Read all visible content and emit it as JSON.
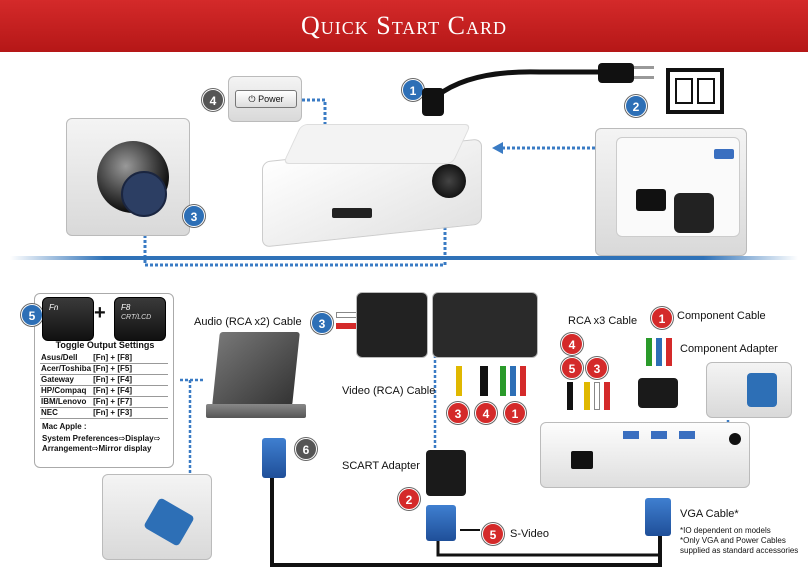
{
  "header": {
    "title": "Quick Start Card"
  },
  "badges": {
    "b1_top": "1",
    "b2_top": "2",
    "b3_top": "3",
    "b4_top": "4",
    "b5_left": "5",
    "b3_audio": "3",
    "b6": "6",
    "b2_scart": "2",
    "b5_svideo": "5",
    "b3_vid": "3",
    "b4_vid": "4",
    "b1_vid": "1",
    "b4_rca": "4",
    "b5_rca": "5",
    "b3_rca": "3",
    "b1_comp": "1"
  },
  "top": {
    "power_button_label": "Power"
  },
  "keys": {
    "fn_label": "Fn",
    "f8_label": "F8",
    "f8_sub": "CRT/LCD",
    "plus": "+"
  },
  "toggle_settings": {
    "title": "Toggle Output Settings",
    "rows": [
      {
        "brand": "Asus/Dell",
        "keys": "[Fn] + [F8]"
      },
      {
        "brand": "Acer/Toshiba",
        "keys": "[Fn] + [F5]"
      },
      {
        "brand": "Gateway",
        "keys": "[Fn] + [F4]"
      },
      {
        "brand": "HP/Compaq",
        "keys": "[Fn] + [F4]"
      },
      {
        "brand": "IBM/Lenovo",
        "keys": "[Fn] + [F7]"
      },
      {
        "brand": "NEC",
        "keys": "[Fn] + [F3]"
      }
    ],
    "mac_title": "Mac Apple :",
    "mac_line1": "System Preferences⇨Display⇨",
    "mac_line2": "Arrangement⇨Mirror display"
  },
  "labels": {
    "audio_cable": "Audio (RCA x2) Cable",
    "video_cable": "Video (RCA) Cable",
    "scart_adapter": "SCART Adapter",
    "svideo": "S-Video",
    "rca_x3": "RCA x3 Cable",
    "component_cable": "Component Cable",
    "component_adapter": "Component Adapter",
    "vga_cable": "VGA Cable*"
  },
  "footnote": {
    "line1": "*IO dependent on models",
    "line2": "*Only VGA and Power Cables",
    "line3": "supplied as standard accessories"
  },
  "colors": {
    "header_red": "#c81f1f",
    "accent_blue": "#2d6fb6",
    "badge_red": "#d42a2a"
  }
}
